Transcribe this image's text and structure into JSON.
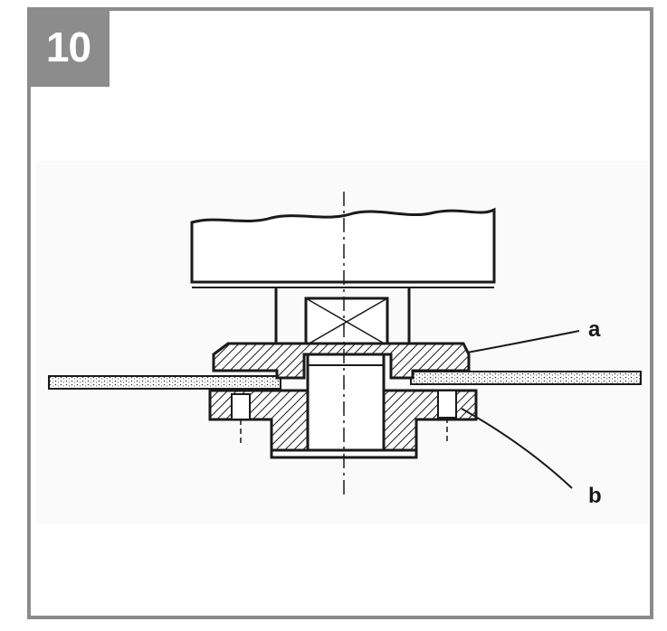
{
  "figure": {
    "number": "10",
    "frame_color": "#8c8c8c",
    "labels": {
      "a": "a",
      "b": "b"
    }
  }
}
